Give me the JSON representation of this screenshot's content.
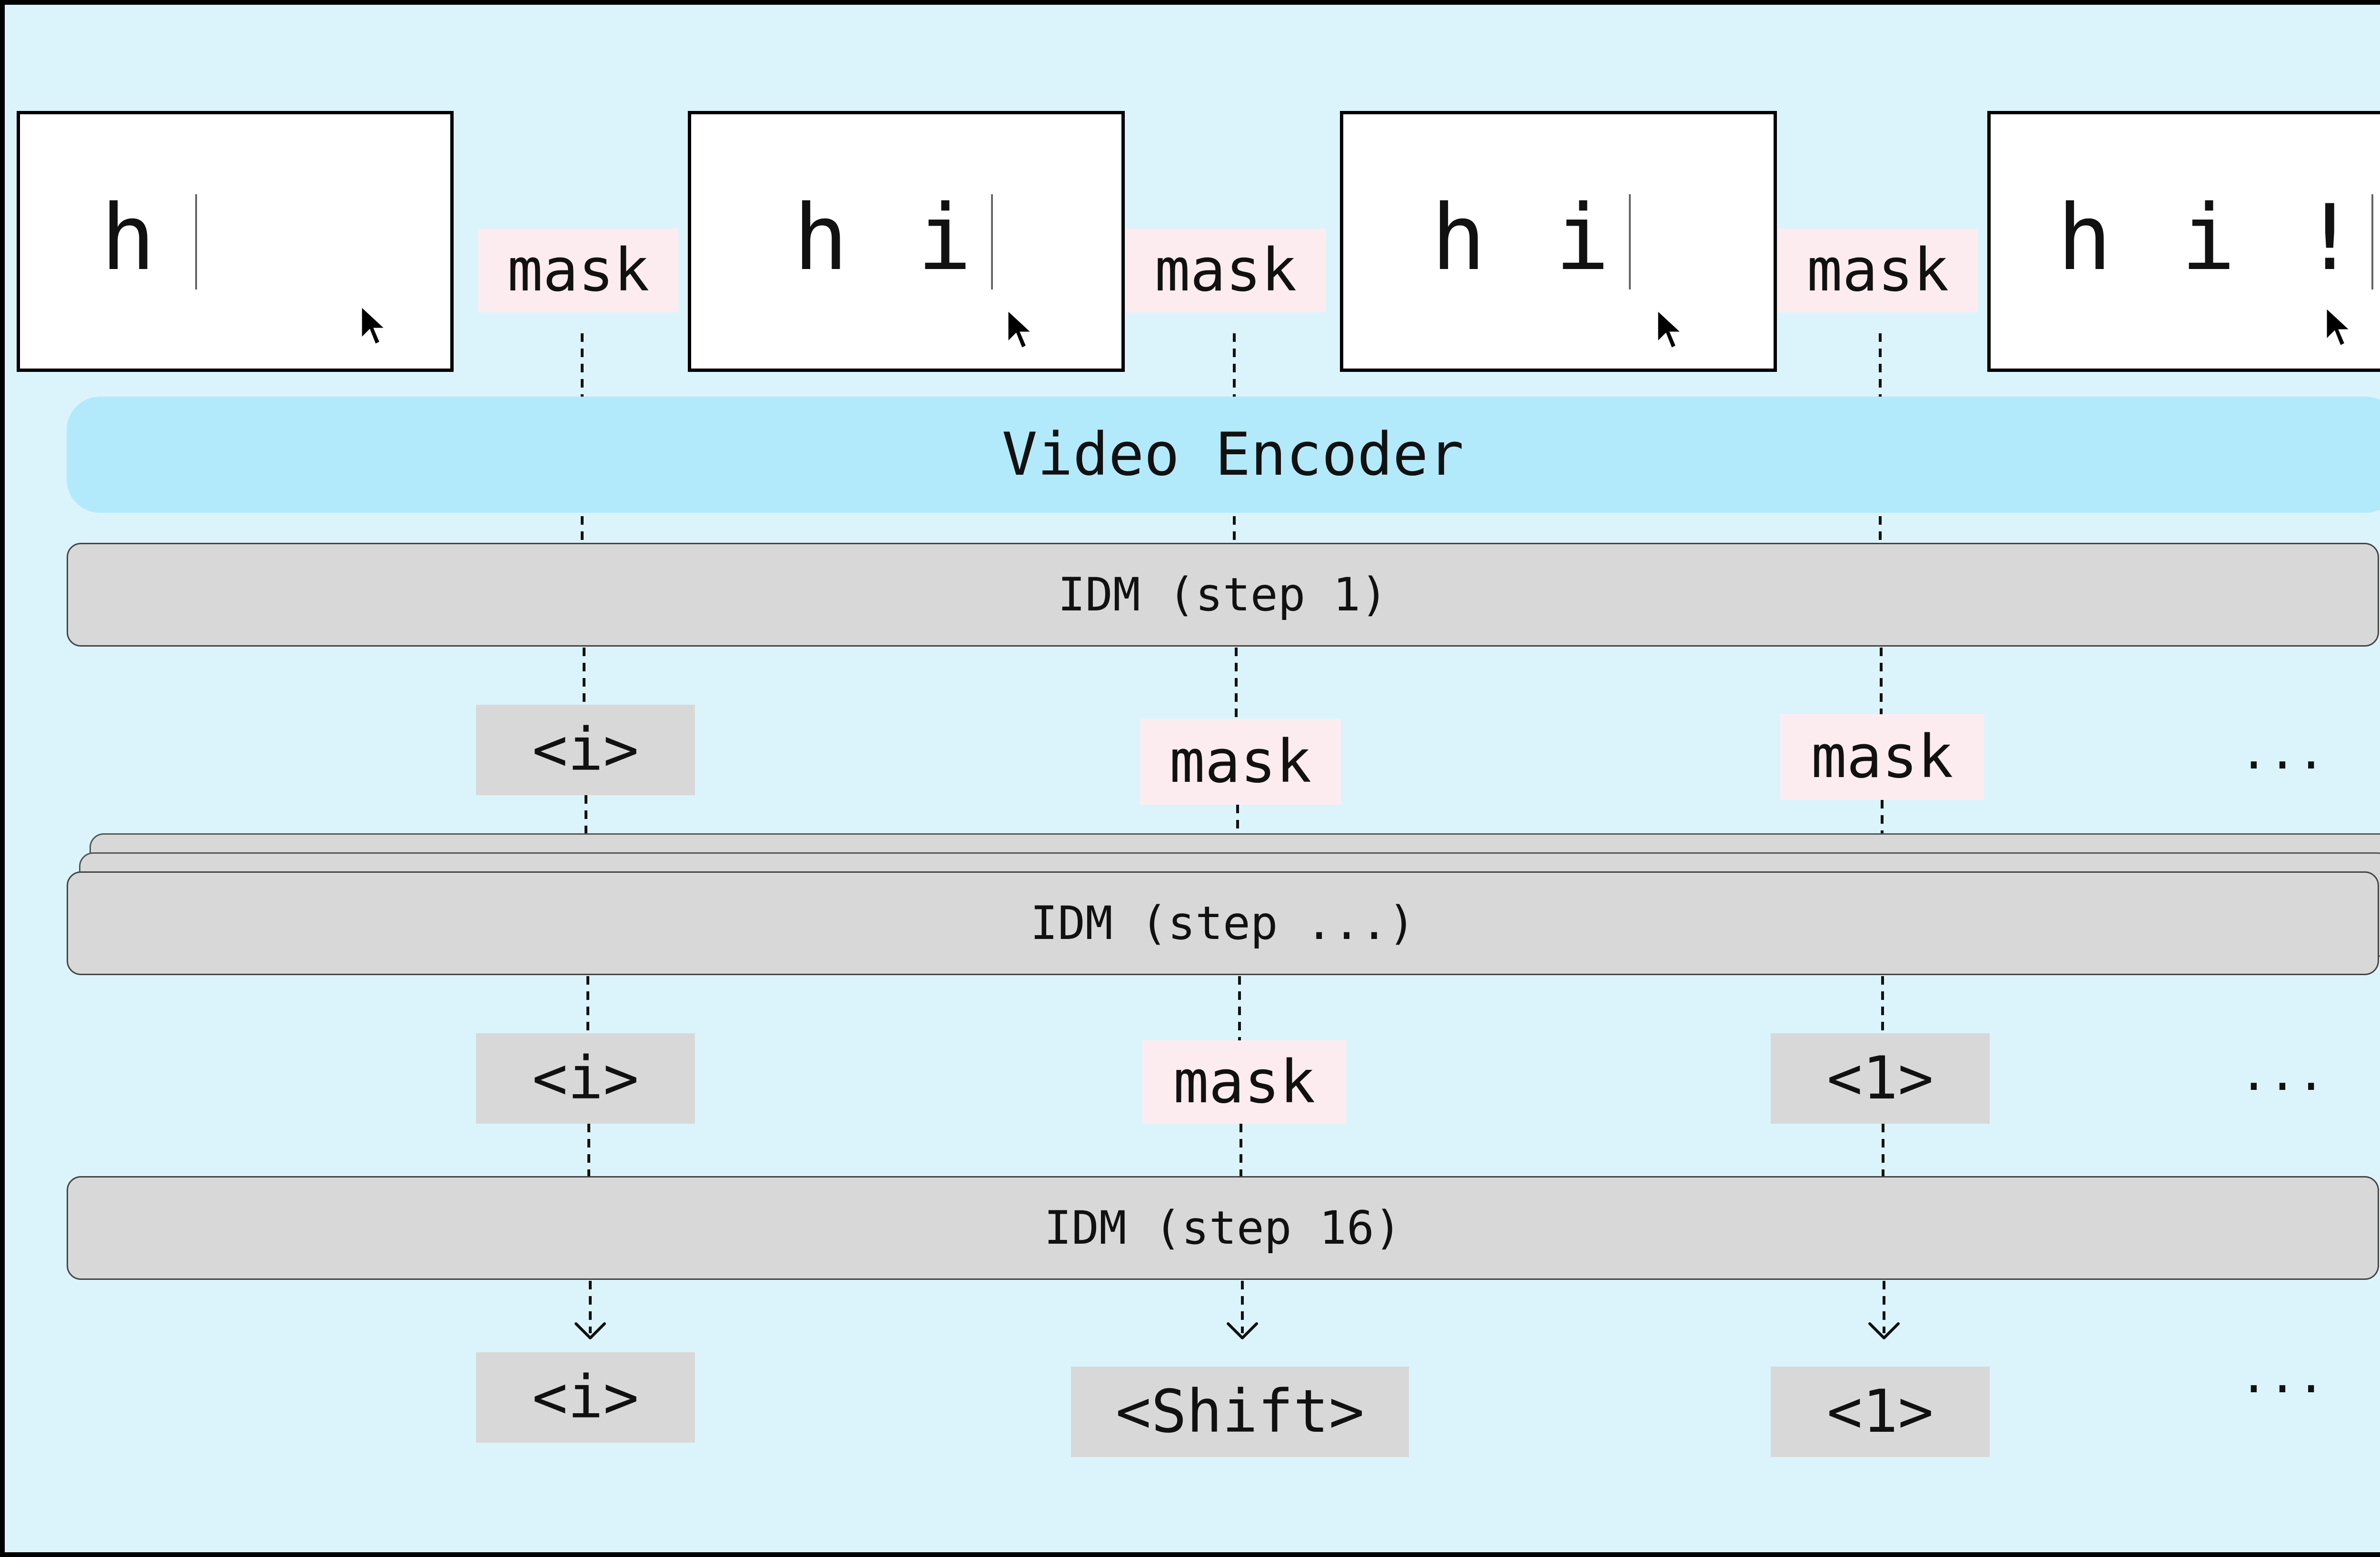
{
  "frames": [
    {
      "chars": [
        "h"
      ]
    },
    {
      "chars": [
        "h",
        "i"
      ]
    },
    {
      "chars": [
        "h",
        "i"
      ]
    },
    {
      "chars": [
        "h",
        "i",
        "!"
      ]
    }
  ],
  "frame_masks": [
    "mask",
    "mask",
    "mask"
  ],
  "encoder_label": "Video Encoder",
  "idm_labels": {
    "step1": "IDM (step 1)",
    "step_mid": "IDM (step ...)",
    "step16": "IDM (step 16)"
  },
  "rows": {
    "after_step1": [
      "<i>",
      "mask",
      "mask",
      "..."
    ],
    "after_mid": [
      "<i>",
      "mask",
      "<1>",
      "..."
    ],
    "output": [
      "<i>",
      "<Shift>",
      "<1>",
      "..."
    ]
  },
  "colors": {
    "background": "#dbf4fb",
    "encoder": "#b3eafb",
    "idm": "#d8d8d8",
    "mask_token": "#fdecef",
    "action_token": "#d8d8d8"
  },
  "icons": [
    "text-caret-icon",
    "mouse-pointer-icon",
    "dotted-arrow-icon"
  ]
}
